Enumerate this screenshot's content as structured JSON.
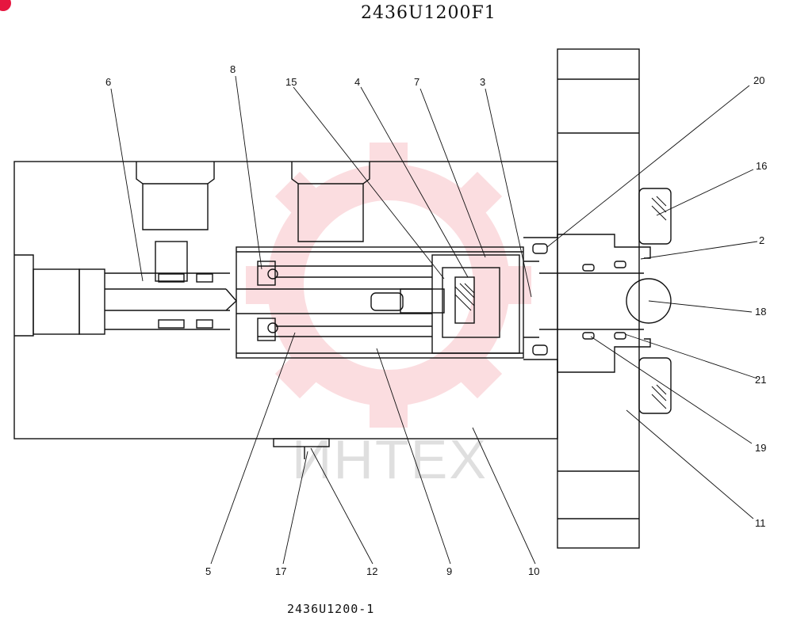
{
  "title": "2436U1200F1",
  "subtitle": "2436U1200-1",
  "watermark": {
    "text": "ИНТЕХ",
    "color": "#f4a0a8"
  },
  "labels": [
    "6",
    "8",
    "15",
    "4",
    "7",
    "3",
    "20",
    "16",
    "2",
    "18",
    "21",
    "19",
    "11",
    "10",
    "9",
    "12",
    "17",
    "5"
  ],
  "colors": {
    "line": "#111111",
    "accent": "#e6163f"
  }
}
